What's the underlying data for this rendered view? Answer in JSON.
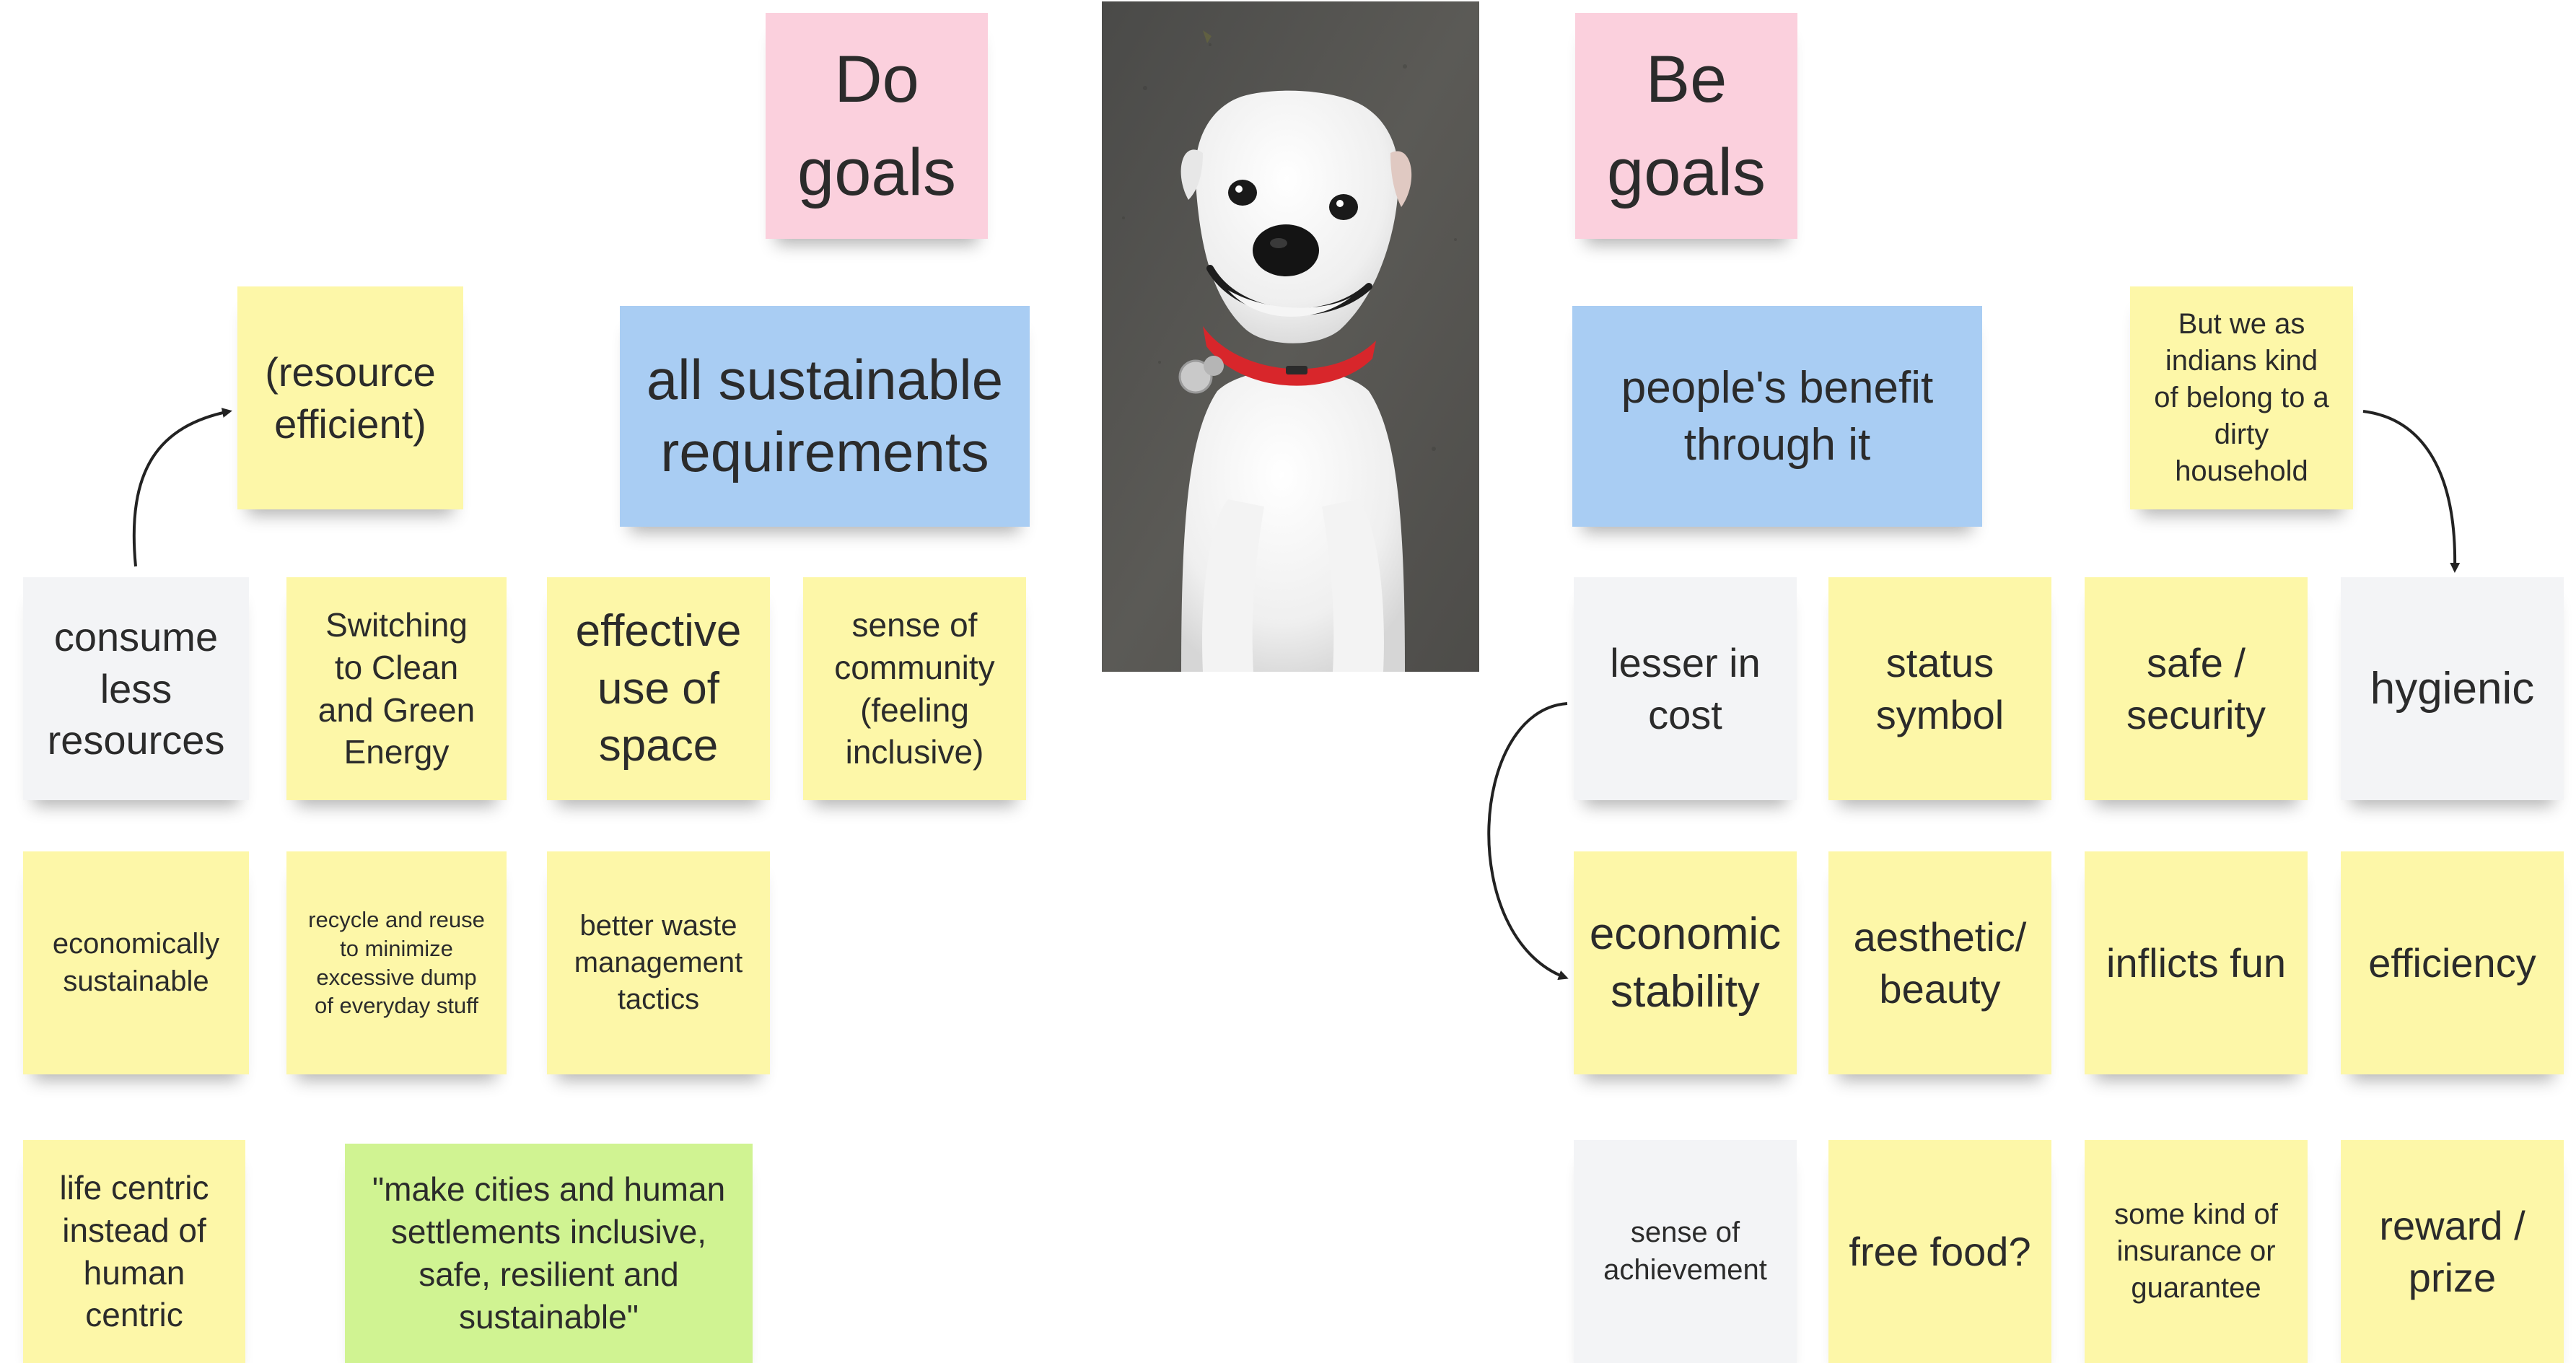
{
  "headers": {
    "do_goals": "Do goals",
    "be_goals": "Be goals"
  },
  "categories": {
    "do": "all sustainable requirements",
    "be": "people's benefit through it"
  },
  "notes": {
    "resource_efficient": "(resource efficient)",
    "consume_less": "consume less resources",
    "clean_energy": "Switching to Clean and Green Energy",
    "effective_space": "effective use of space",
    "sense_of_community": "sense of community (feeling inclusive)",
    "economically_sustainable": "economically sustainable",
    "recycle_reuse": "recycle and reuse to minimize excessive dump of everyday stuff",
    "waste_management": "better waste management tactics",
    "life_centric": "life centric instead of human centric",
    "sdg_quote": "\"make cities and human settlements inclusive, safe, resilient and sustainable\"",
    "indians_dirty": "But we as indians kind of belong to a dirty household",
    "lesser_cost": "lesser in cost",
    "status_symbol": "status symbol",
    "safe_security": "safe / security",
    "hygienic": "hygienic",
    "economic_stability": "economic stability",
    "aesthetic_beauty": "aesthetic/ beauty",
    "inflicts_fun": "inflicts fun",
    "efficiency": "efficiency",
    "sense_achievement": "sense of achievement",
    "free_food": "free food?",
    "insurance": "some kind of insurance or guarantee",
    "reward_prize": "reward / prize"
  },
  "photo": {
    "subject": "smiling-white-dog",
    "collar_color": "#d8262b"
  },
  "colors": {
    "pink": "#fbd0dd",
    "blue": "#a9cdf3",
    "yellow": "#fdf7a8",
    "gray": "#f3f4f6",
    "green": "#d0f392"
  }
}
